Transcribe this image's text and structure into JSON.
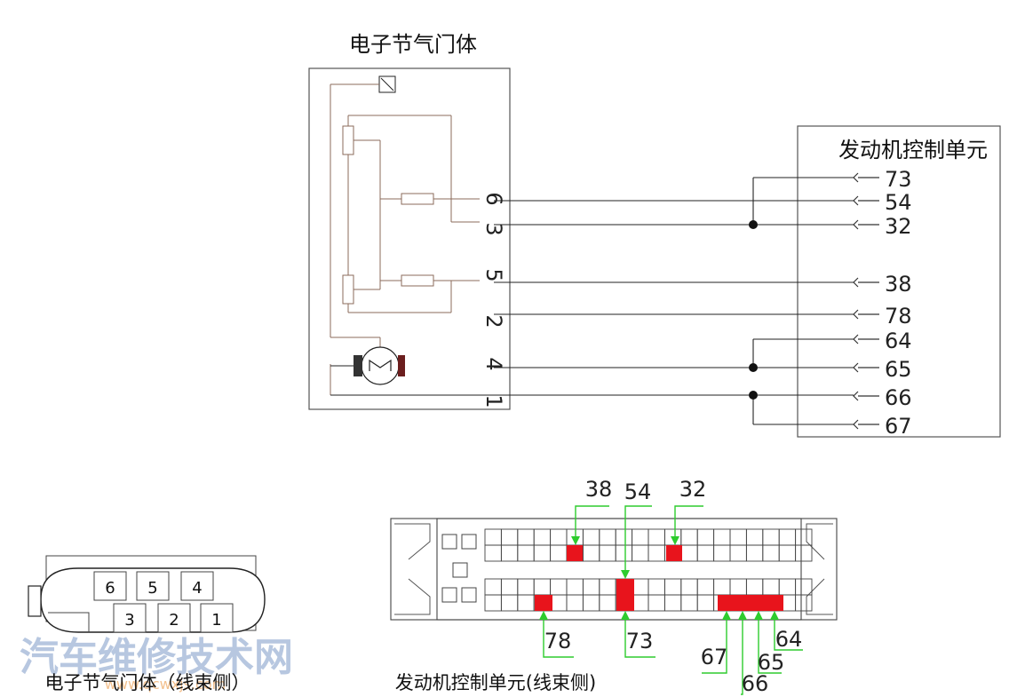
{
  "throttle_body": {
    "title": "电子节气门体",
    "pins": [
      "6",
      "3",
      "5",
      "2",
      "4",
      "1"
    ]
  },
  "ecu": {
    "title": "发动机控制单元",
    "pins": [
      "73",
      "54",
      "32",
      "38",
      "78",
      "64",
      "65",
      "66",
      "67"
    ]
  },
  "throttle_connector": {
    "caption": "电子节气门体（线束侧）",
    "pins": [
      "6",
      "5",
      "4",
      "3",
      "2",
      "1"
    ]
  },
  "ecu_connector": {
    "caption": "发动机控制单元(线束侧)",
    "top_pins": [
      "38",
      "54",
      "32"
    ],
    "bottom_pins": [
      "78",
      "73",
      "67",
      "66",
      "65",
      "64"
    ]
  },
  "watermark": {
    "text": "汽车维修技术网",
    "url": "www.qcwxjs.com"
  },
  "colors": {
    "highlight": "#e8141c",
    "pointer": "#2ecc2e",
    "line": "#222222",
    "light_line": "#8b6b5b"
  }
}
